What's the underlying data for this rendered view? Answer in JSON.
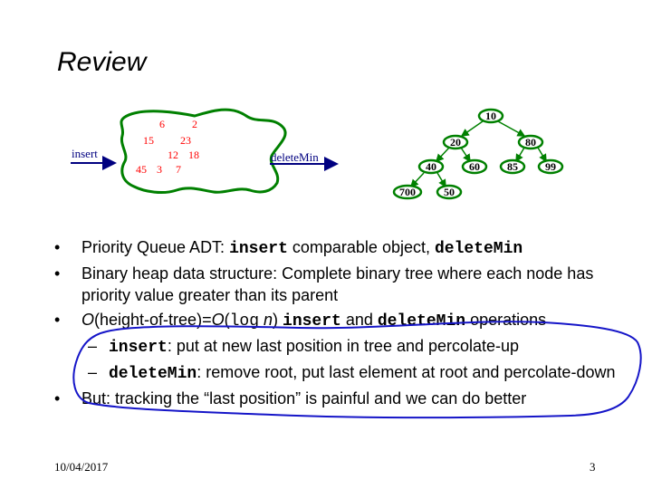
{
  "title": "Review",
  "diagram": {
    "insert_label": "insert",
    "delete_label": "deleteMin",
    "blob_numbers": [
      "6",
      "2",
      "15",
      "23",
      "12",
      "18",
      "45",
      "3",
      "7"
    ],
    "tree_nodes": [
      "10",
      "20",
      "80",
      "40",
      "60",
      "85",
      "99",
      "700",
      "50"
    ],
    "colors": {
      "node_border": "#008000",
      "arrow": "#000080",
      "blob_numbers": "#ff0000",
      "labels": "#000080"
    }
  },
  "bullets": {
    "b1": {
      "pre": "Priority Queue ADT: ",
      "code1": "insert",
      "mid": " comparable object, ",
      "code2": "deleteMin"
    },
    "b2": {
      "text": "Binary heap data structure: Complete binary tree where each node has priority value greater than its parent"
    },
    "b3": {
      "o1": "O",
      "t1": "(height-of-tree)=",
      "o2": "O",
      "t2": "(",
      "log": "log",
      "n": " n",
      "t3": ") ",
      "code1": "insert",
      "and": " and ",
      "code2": "deleteMin",
      "t4": " operations"
    },
    "s1": {
      "code": "insert",
      "text": ": put at new last position in tree and percolate-up"
    },
    "s2": {
      "code": "deleteMin",
      "text": ": remove root, put last element at root and percolate-down"
    },
    "b4": {
      "text": "But: tracking the “last position” is painful and we can do better"
    }
  },
  "footer": {
    "date": "10/04/2017",
    "page": "3"
  }
}
